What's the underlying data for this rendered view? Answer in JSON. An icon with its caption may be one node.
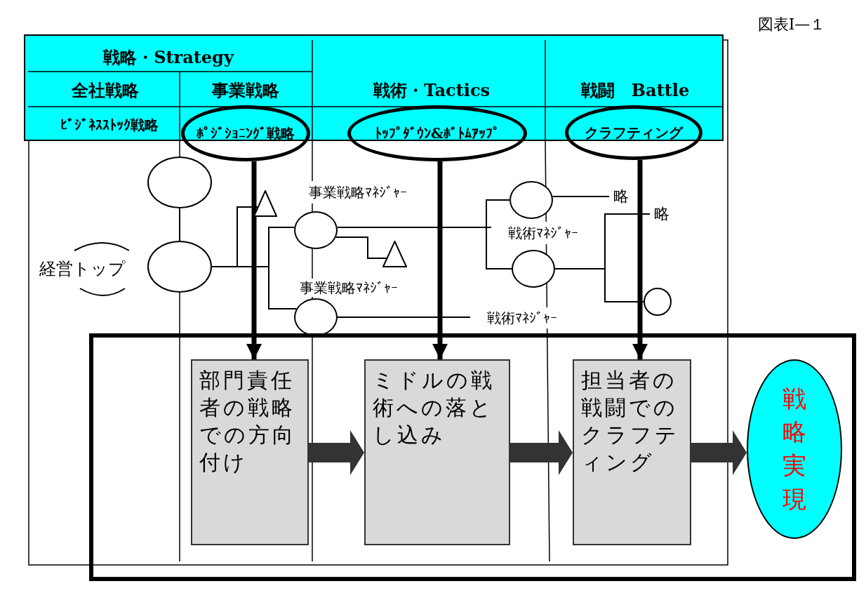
{
  "diagram": {
    "nodes": [
      {
        "text": [
          "ﾎﾟｼﾞｼｮﾆﾝｸﾞ戦略"
        ]
      },
      {
        "text": [
          "ﾄｯﾌﾟﾀﾞｳﾝ&ﾎﾞﾄﾑｱｯﾌﾟ"
        ]
      },
      {
        "text": [
          "クラフティング"
        ]
      },
      {
        "text": [],
        "shape": "circle"
      },
      {
        "text": [
          "経営トップ"
        ]
      },
      {
        "text": [],
        "shape": "circle"
      },
      {
        "text": [],
        "shape": "triangle"
      },
      {
        "text": [],
        "shape": "circle",
        "beside": [
          "事業戦略ﾏﾈｼﾞｬｰ"
        ]
      },
      {
        "text": [
          "戦術ﾏﾈｼﾞｬｰ"
        ]
      },
      {
        "text": [],
        "shape": "triangle"
      },
      {
        "text": [],
        "shape": "circle",
        "beside": [
          "事業戦略ﾏﾈｼﾞｬｰ"
        ]
      },
      {
        "text": [
          "戦術ﾏﾈｼﾞｬｰ"
        ]
      },
      {
        "text": [],
        "shape": "circle"
      },
      {
        "text": [
          "略"
        ]
      },
      {
        "text": [],
        "shape": "circle"
      },
      {
        "text": [
          "略"
        ]
      },
      {
        "text": [],
        "shape": "circle"
      },
      {
        "text": [],
        "shape": "box"
      },
      {
        "text": [
          "部門責任者の戦略での方向付け"
        ],
        "in": 17
      },
      {
        "text": [
          "ミドルの戦術への落とし込み"
        ],
        "in": 17
      },
      {
        "text": [
          "担当者の戦闘でのクラフティング"
        ],
        "in": 17
      },
      {
        "text": [
          "戦略実現"
        ],
        "in": 17
      }
    ],
    "edges": [
      {
        "from": 0,
        "to": 18,
        "arrow": "to",
        "style": "thick"
      },
      {
        "from": 1,
        "to": 19,
        "arrow": "to",
        "style": "thick"
      },
      {
        "from": 2,
        "to": 20,
        "arrow": "to",
        "style": "thick"
      },
      {
        "from": 18,
        "to": 19,
        "arrow": "to",
        "style": "thick",
        "color": "#333333"
      },
      {
        "from": 19,
        "to": 20,
        "arrow": "to",
        "style": "thick",
        "color": "#333333"
      },
      {
        "from": 20,
        "to": 21,
        "arrow": "to",
        "style": "thick",
        "color": "#333333"
      },
      {
        "from": 3,
        "to": 5,
        "arrow": "none"
      },
      {
        "from": 5,
        "to": 6,
        "arrow": "none"
      },
      {
        "from": 5,
        "to": 7,
        "arrow": "none"
      },
      {
        "from": 5,
        "to": 10,
        "arrow": "none"
      },
      {
        "from": 7,
        "to": 8,
        "arrow": "none"
      },
      {
        "from": 7,
        "to": 9,
        "arrow": "none"
      },
      {
        "from": 10,
        "to": 11,
        "arrow": "none"
      },
      {
        "from": 12,
        "to": 14,
        "arrow": "none"
      },
      {
        "from": 12,
        "to": 13,
        "arrow": "none"
      },
      {
        "from": 14,
        "to": 15,
        "arrow": "none"
      },
      {
        "from": 14,
        "to": 16,
        "arrow": "none"
      }
    ],
    "labels": [
      "図表Ⅰ—１",
      "戦略・Strategy",
      "全社戦略",
      "事業戦略",
      "戦術・Tactics",
      "戦闘　Battle",
      "ﾋﾞｼﾞﾈｽｽﾄｯｸ戦略"
    ]
  }
}
